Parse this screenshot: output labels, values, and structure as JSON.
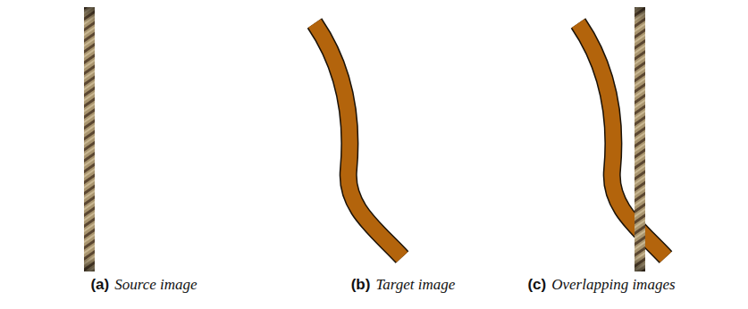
{
  "diagram": {
    "labels": [
      "(a)",
      "Source image",
      "(b)",
      "Target image",
      "(c)",
      "Overlapping images"
    ]
  }
}
